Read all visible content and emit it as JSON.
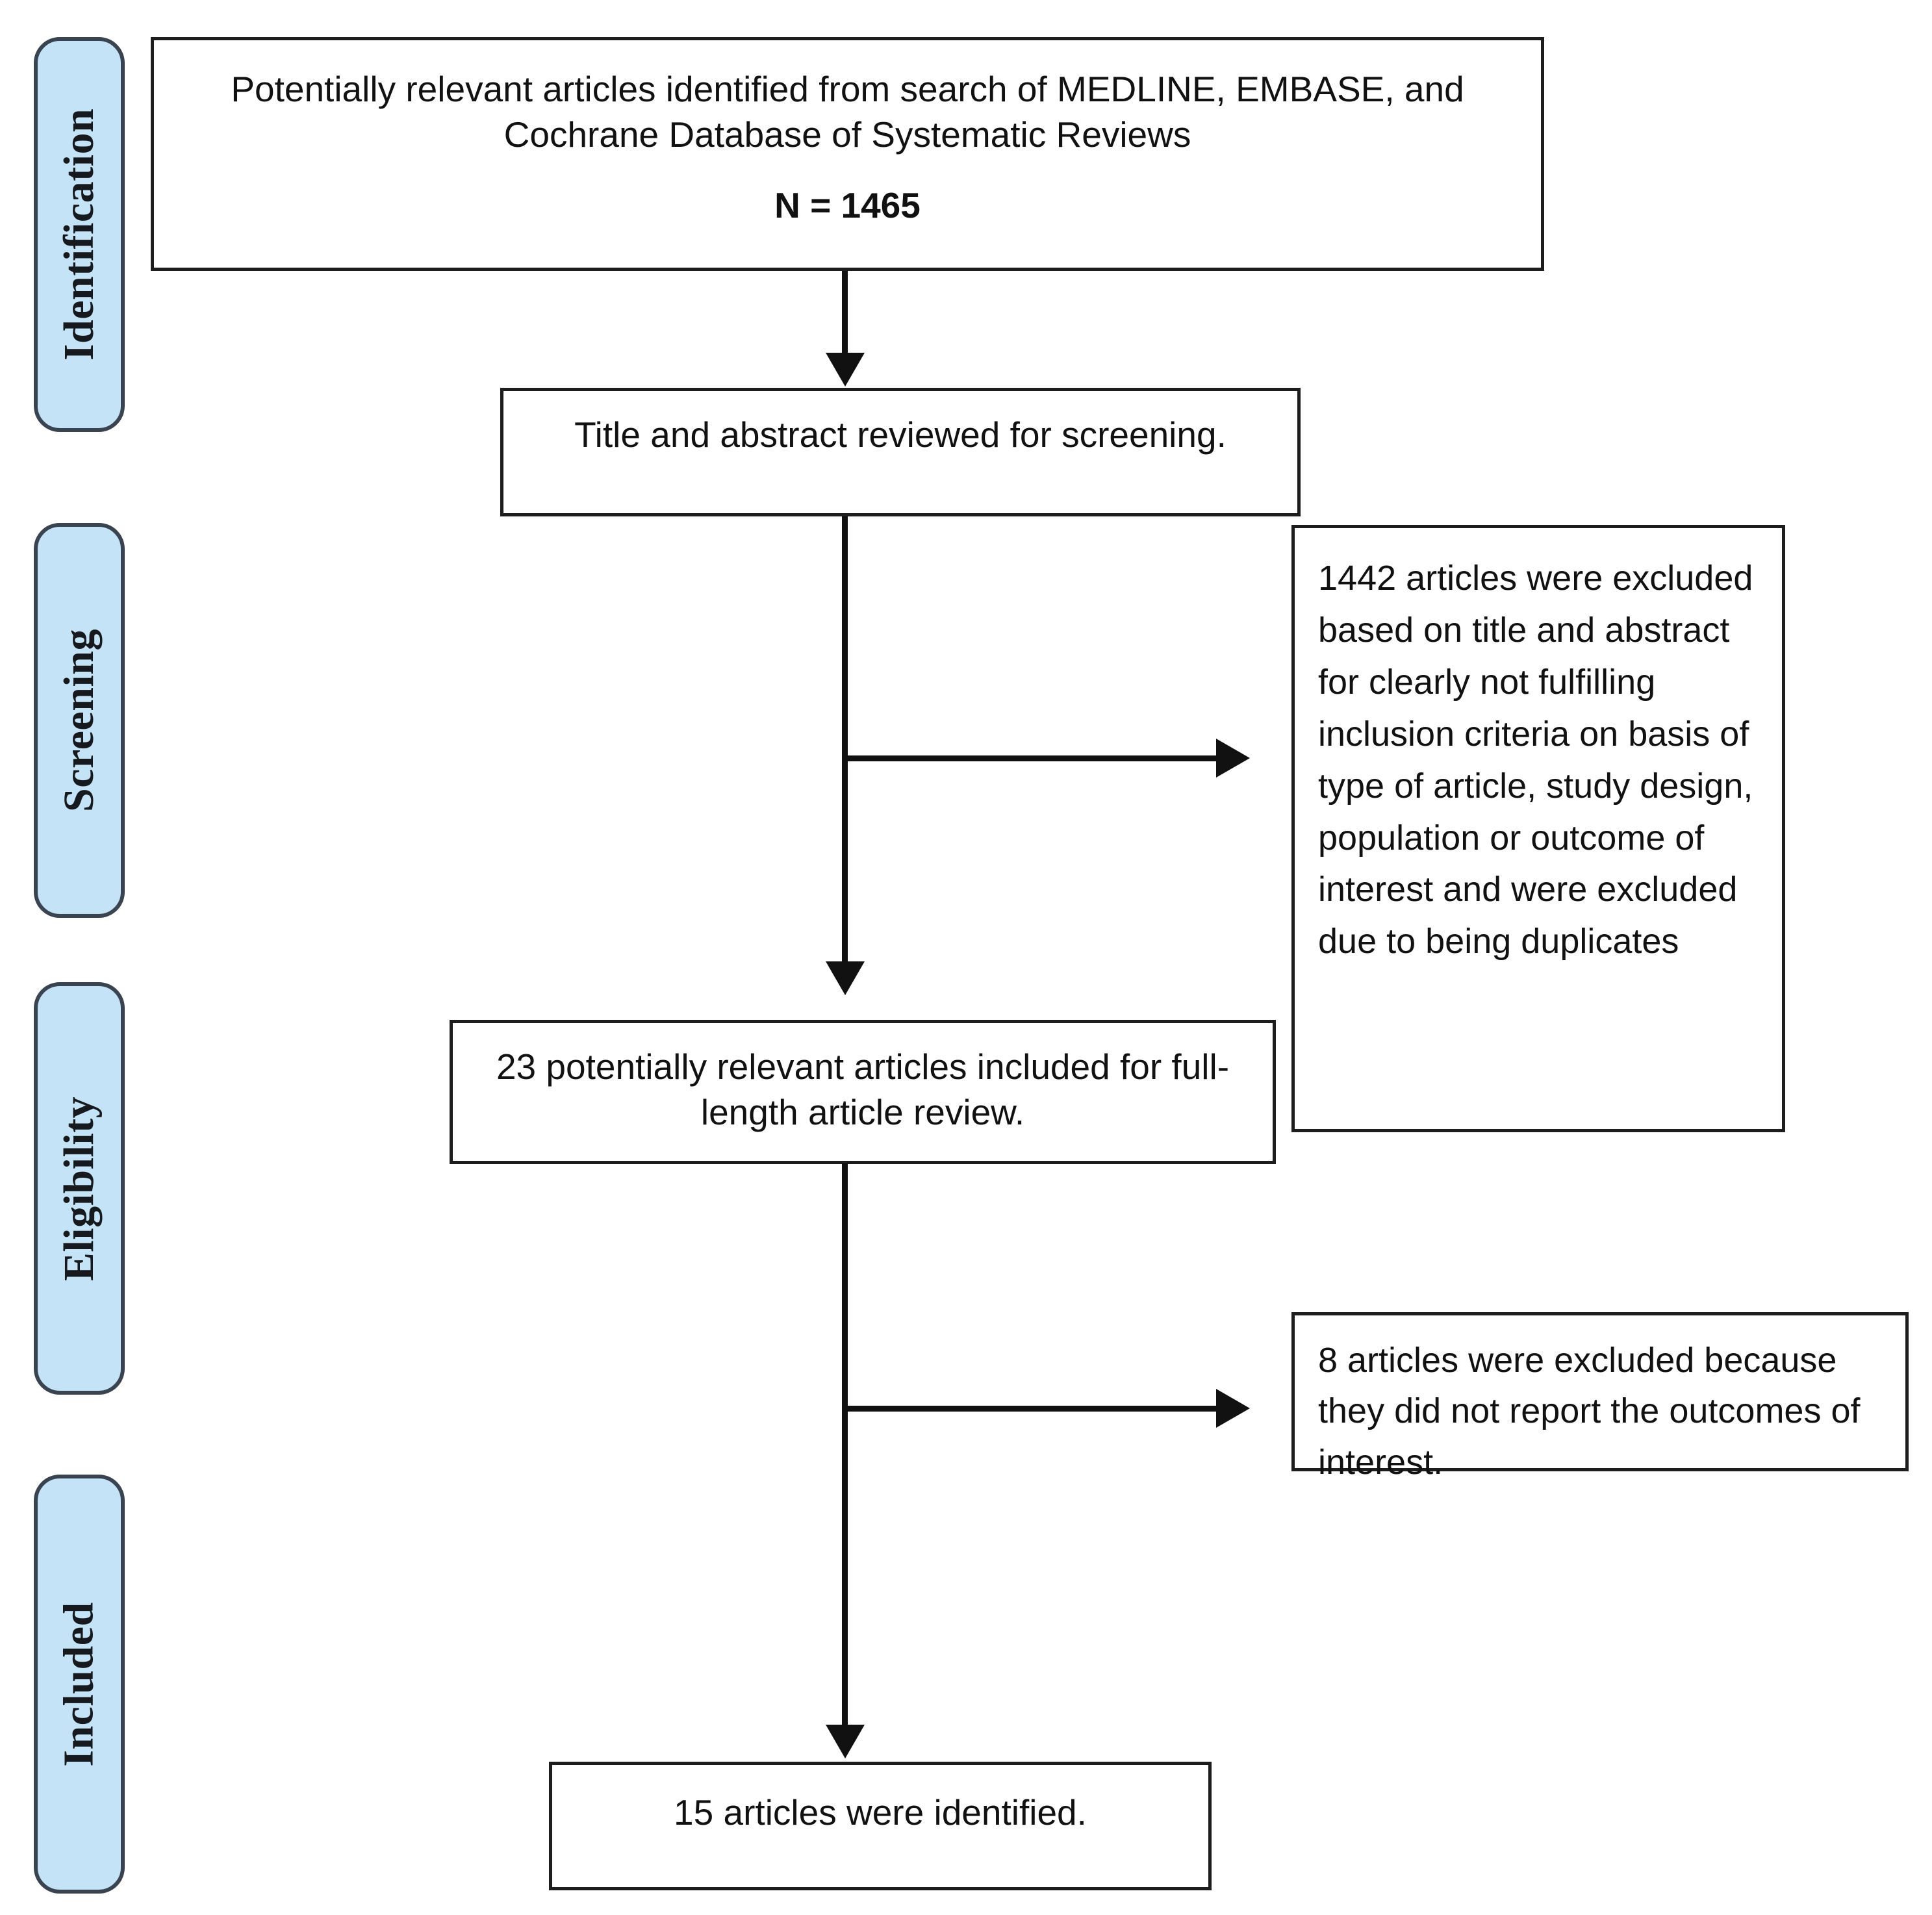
{
  "diagram": {
    "title": "PRISMA study selection flow diagram",
    "accent_color": "#c5e3f6",
    "border_color": "#1d1d1d",
    "stages": [
      {
        "id": "identification",
        "label": "Identification"
      },
      {
        "id": "screening",
        "label": "Screening"
      },
      {
        "id": "eligibility",
        "label": "Eligibility"
      },
      {
        "id": "included",
        "label": "Included"
      }
    ],
    "boxes": [
      {
        "id": "records-identified",
        "text": "Potentially relevant articles identified from search of MEDLINE, EMBASE, and Cochrane Database of Systematic Reviews",
        "count_label": "N = 1465"
      },
      {
        "id": "title-abstract-screened",
        "text": "Title and abstract reviewed for screening."
      },
      {
        "id": "records-excluded-screening",
        "text": "1442 articles were excluded based on title and abstract for clearly not fulfilling inclusion criteria on basis of type of article, study design, population or outcome of interest and were excluded due to being duplicates"
      },
      {
        "id": "fulltext-assessed",
        "text": "23 potentially relevant articles included for full-length article review."
      },
      {
        "id": "records-excluded-eligibility",
        "text": "8 articles were excluded because they did not report the outcomes of interest."
      },
      {
        "id": "studies-included",
        "text": "15 articles were identified."
      }
    ],
    "connectors": [
      {
        "id": "identified-to-screened",
        "type": "arrow-down"
      },
      {
        "id": "screened-to-excluded-1442",
        "type": "arrow-right"
      },
      {
        "id": "screened-to-fulltext",
        "type": "arrow-down"
      },
      {
        "id": "fulltext-to-excluded-8",
        "type": "arrow-right"
      },
      {
        "id": "fulltext-to-included",
        "type": "arrow-down"
      }
    ]
  }
}
